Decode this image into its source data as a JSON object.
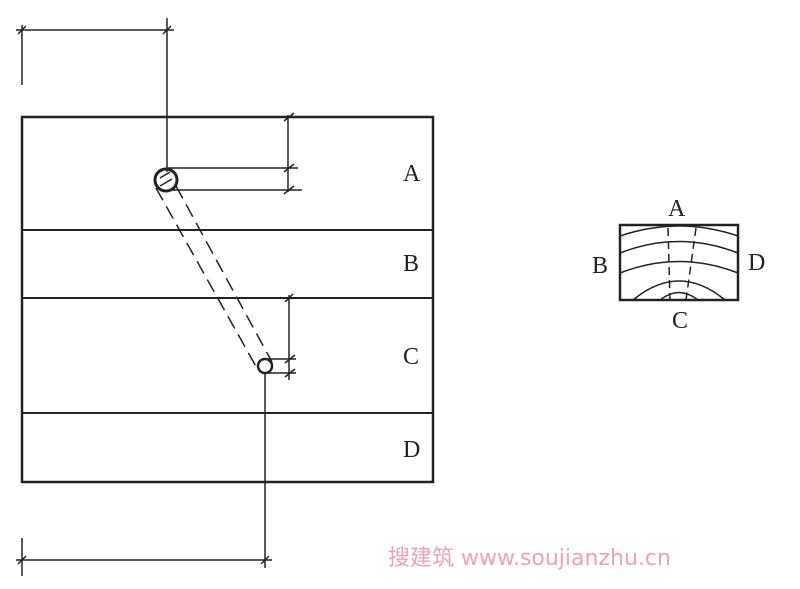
{
  "main_diagram": {
    "zones": [
      "A",
      "B",
      "C",
      "D"
    ]
  },
  "section_diagram": {
    "labels": {
      "top": "A",
      "left": "B",
      "right": "D",
      "bottom": "C"
    }
  },
  "watermark": "搜建筑 www.soujianzhu.cn"
}
